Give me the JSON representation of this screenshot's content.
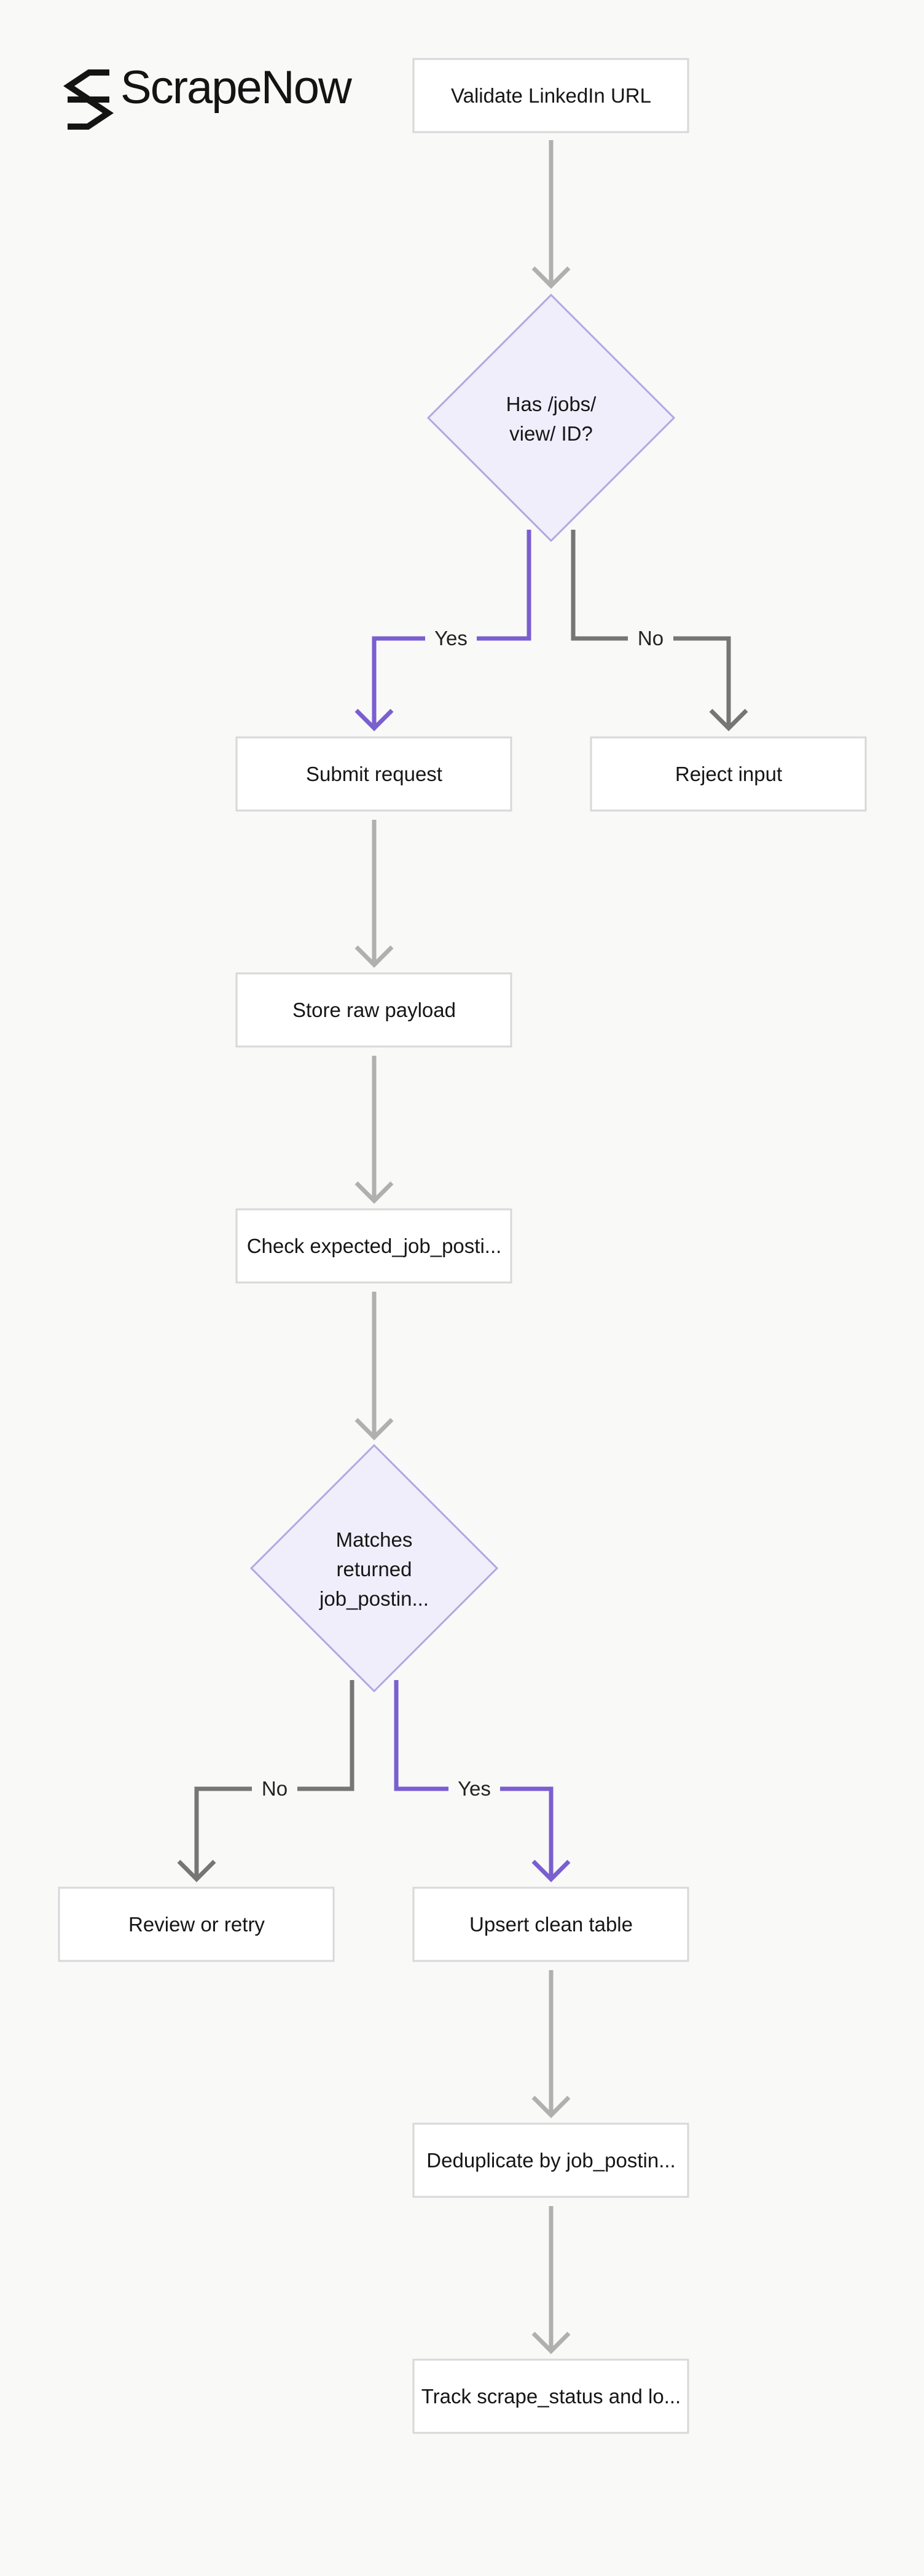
{
  "brand": {
    "name": "ScrapeNow",
    "logo_icon": "scrapenow-logo-icon"
  },
  "colors": {
    "background": "#f9f9f8",
    "box_fill": "#ffffff",
    "box_stroke": "#d8d8d8",
    "decision_fill": "#f0eefb",
    "decision_stroke": "#b3a8e0",
    "edge_default": "#b0b0b0",
    "edge_yes": "#7a5fd0",
    "edge_no": "#767676",
    "text": "#161616"
  },
  "nodes": [
    {
      "id": "validate",
      "type": "process",
      "label": "Validate LinkedIn URL"
    },
    {
      "id": "has_id",
      "type": "decision",
      "lines": [
        "Has /jobs/",
        "view/ ID?"
      ]
    },
    {
      "id": "submit",
      "type": "process",
      "label": "Submit request"
    },
    {
      "id": "reject",
      "type": "process",
      "label": "Reject input"
    },
    {
      "id": "store",
      "type": "process",
      "label": "Store raw payload"
    },
    {
      "id": "check",
      "type": "process",
      "label": "Check expected_job_posti..."
    },
    {
      "id": "matches",
      "type": "decision",
      "lines": [
        "Matches",
        "returned",
        "job_postin..."
      ]
    },
    {
      "id": "review",
      "type": "process",
      "label": "Review or retry"
    },
    {
      "id": "upsert",
      "type": "process",
      "label": "Upsert clean table"
    },
    {
      "id": "dedupe",
      "type": "process",
      "label": "Deduplicate by job_postin..."
    },
    {
      "id": "track",
      "type": "process",
      "label": "Track scrape_status and lo..."
    }
  ],
  "edges": [
    {
      "from": "validate",
      "to": "has_id",
      "kind": "default",
      "label": ""
    },
    {
      "from": "has_id",
      "to": "submit",
      "kind": "yes",
      "label": "Yes"
    },
    {
      "from": "has_id",
      "to": "reject",
      "kind": "no",
      "label": "No"
    },
    {
      "from": "submit",
      "to": "store",
      "kind": "default",
      "label": ""
    },
    {
      "from": "store",
      "to": "check",
      "kind": "default",
      "label": ""
    },
    {
      "from": "check",
      "to": "matches",
      "kind": "default",
      "label": ""
    },
    {
      "from": "matches",
      "to": "review",
      "kind": "no",
      "label": "No"
    },
    {
      "from": "matches",
      "to": "upsert",
      "kind": "yes",
      "label": "Yes"
    },
    {
      "from": "upsert",
      "to": "dedupe",
      "kind": "default",
      "label": ""
    },
    {
      "from": "dedupe",
      "to": "track",
      "kind": "default",
      "label": ""
    }
  ]
}
